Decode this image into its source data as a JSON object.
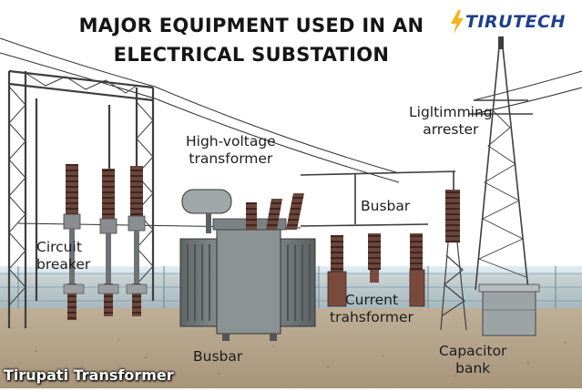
{
  "title": {
    "line1": "MAJOR EQUIPMENT USED IN AN",
    "line2": "ELECTRICAL SUBSTATION"
  },
  "brand": {
    "name": "TIRUTECH",
    "accent": "#f2b61c",
    "color": "#1e3f8f"
  },
  "labels": {
    "high_voltage_transformer": [
      "High-voltage",
      "transformer"
    ],
    "lightning_arrester": [
      "Ligltimming",
      "arrester"
    ],
    "busbar_top": "Busbar",
    "circuit_breaker": [
      "Circuit",
      "breaker"
    ],
    "current_transformer": [
      "Current",
      "trahsformer"
    ],
    "busbar_bottom": "Busbar",
    "capacitor_bank": [
      "Capacitor",
      "bank"
    ]
  },
  "footer": "Tirupati Transformer",
  "colors": {
    "sky": "#ffffff",
    "gravel": "#b9a991",
    "fence": "#a9c4d2",
    "steel": "#4a4a4a",
    "insulator": "#5a3a30",
    "tank": "#7d8486"
  }
}
